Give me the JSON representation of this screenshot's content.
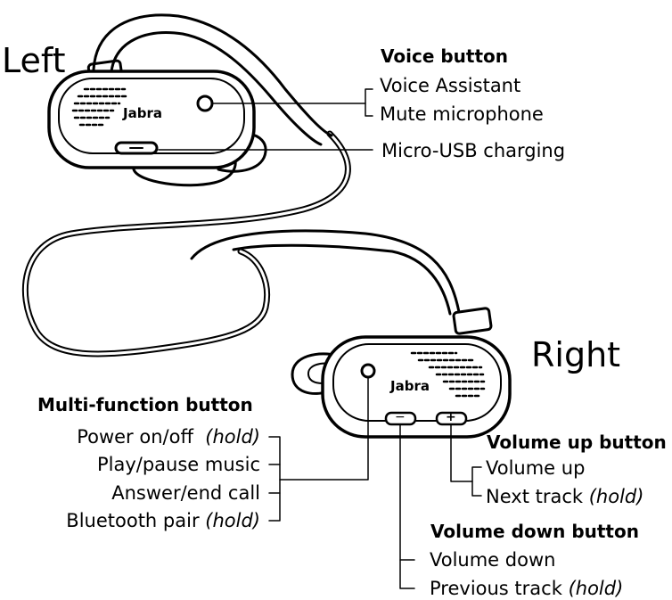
{
  "sides": {
    "left": "Left",
    "right": "Right"
  },
  "brand": "Jabra",
  "voice_button": {
    "title": "Voice button",
    "items": [
      "Voice Assistant",
      "Mute microphone"
    ]
  },
  "charging": "Micro-USB charging",
  "multi_function": {
    "title": "Multi-function button",
    "items": [
      {
        "text": "Power on/off",
        "hold": "(hold)"
      },
      {
        "text": "Play/pause music",
        "hold": ""
      },
      {
        "text": "Answer/end call",
        "hold": ""
      },
      {
        "text": "Bluetooth pair",
        "hold": "(hold)"
      }
    ]
  },
  "volume_up": {
    "title": "Volume up button",
    "items": [
      {
        "text": "Volume up",
        "hold": ""
      },
      {
        "text": "Next track",
        "hold": "(hold)"
      }
    ]
  },
  "volume_down": {
    "title": "Volume down button",
    "items": [
      {
        "text": "Volume down",
        "hold": ""
      },
      {
        "text": "Previous track",
        "hold": "(hold)"
      }
    ]
  },
  "button_glyphs": {
    "minus": "−",
    "plus": "+"
  }
}
